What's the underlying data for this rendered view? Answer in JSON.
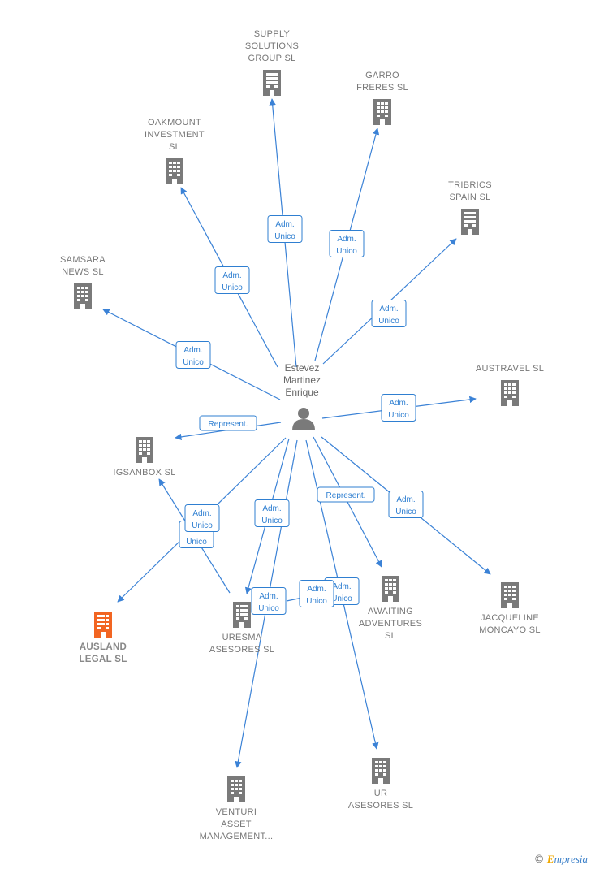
{
  "center": {
    "name": [
      "Estevez",
      "Martinez",
      "Enrique"
    ]
  },
  "companies": [
    {
      "id": "supply",
      "label": [
        "SUPPLY",
        "SOLUTIONS",
        "GROUP  SL"
      ],
      "highlight": false
    },
    {
      "id": "garro",
      "label": [
        "GARRO",
        "FRERES  SL"
      ],
      "highlight": false
    },
    {
      "id": "oakmount",
      "label": [
        "OAKMOUNT",
        "INVESTMENT",
        "SL"
      ],
      "highlight": false
    },
    {
      "id": "tribrics",
      "label": [
        "TRIBRICS",
        "SPAIN  SL"
      ],
      "highlight": false
    },
    {
      "id": "samsara",
      "label": [
        "SAMSARA",
        "NEWS  SL"
      ],
      "highlight": false
    },
    {
      "id": "austravel",
      "label": [
        "AUSTRAVEL SL"
      ],
      "highlight": false
    },
    {
      "id": "igsanbox",
      "label": [
        "IGSANBOX  SL"
      ],
      "highlight": false
    },
    {
      "id": "ausland",
      "label": [
        "AUSLAND",
        "LEGAL  SL"
      ],
      "highlight": true
    },
    {
      "id": "uresma",
      "label": [
        "URESMA",
        "ASESORES SL"
      ],
      "highlight": false
    },
    {
      "id": "awaiting",
      "label": [
        "AWAITING",
        "ADVENTURES",
        "SL"
      ],
      "highlight": false
    },
    {
      "id": "jacqueline",
      "label": [
        "JACQUELINE",
        "MONCAYO  SL"
      ],
      "highlight": false
    },
    {
      "id": "venturi",
      "label": [
        "VENTURI",
        "ASSET",
        "MANAGEMENT..."
      ],
      "highlight": false
    },
    {
      "id": "ur",
      "label": [
        "UR",
        "ASESORES SL"
      ],
      "highlight": false
    }
  ],
  "edges": [
    {
      "to": "supply",
      "role": [
        "Adm.",
        "Unico"
      ]
    },
    {
      "to": "garro",
      "role": [
        "Adm.",
        "Unico"
      ]
    },
    {
      "to": "oakmount",
      "role": [
        "Adm.",
        "Unico"
      ]
    },
    {
      "to": "tribrics",
      "role": [
        "Adm.",
        "Unico"
      ]
    },
    {
      "to": "samsara",
      "role": [
        "Adm.",
        "Unico"
      ]
    },
    {
      "to": "austravel",
      "role": [
        "Adm.",
        "Unico"
      ]
    },
    {
      "to": "igsanbox",
      "role": [
        "Represent."
      ]
    },
    {
      "to": "igsanbox",
      "role": [
        "Adm.",
        "Unico"
      ]
    },
    {
      "to": "ausland",
      "role": [
        "Adm.",
        "Unico"
      ]
    },
    {
      "to": "uresma",
      "role": [
        "Adm.",
        "Unico"
      ]
    },
    {
      "to": "awaiting",
      "role": [
        "Represent."
      ]
    },
    {
      "to": "jacqueline",
      "role": [
        "Adm.",
        "Unico"
      ]
    },
    {
      "to": "venturi",
      "role": [
        "Adm.",
        "Unico"
      ]
    },
    {
      "to": "ur",
      "role": [
        "Adm.",
        "Unico"
      ]
    },
    {
      "to": "awaiting",
      "role": [
        "Adm.",
        "Unico"
      ]
    }
  ],
  "colors": {
    "edge": "#3b82d6",
    "node": "#7a7a7a",
    "highlight": "#f26522",
    "person": "#7a7a7a"
  },
  "footer": {
    "copyright": "©",
    "brand_initial": "E",
    "brand_rest": "mpresia"
  }
}
